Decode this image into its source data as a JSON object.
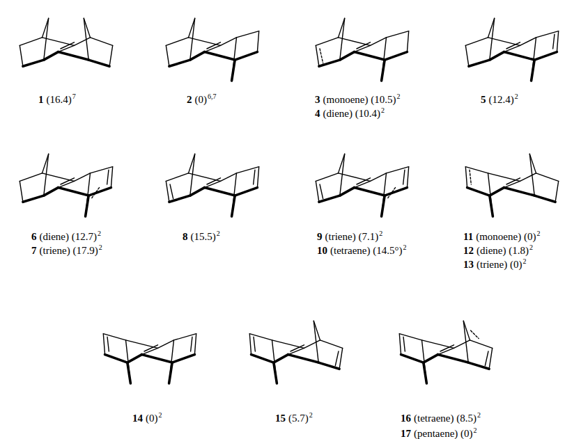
{
  "diagram": {
    "labels": [
      "1",
      "(16.4)",
      "7",
      "2",
      "(0)",
      "6,7",
      "3",
      "(monoene) (10.5)",
      "2",
      "4",
      "(diene) (10.4)",
      "2",
      "5",
      "(12.4)",
      "2",
      "6",
      "(diene) (12.7)",
      "2",
      "7",
      "(triene) (17.9)",
      "2",
      "8",
      "(15.5)",
      "2",
      "9",
      "(triene) (7.1)",
      "2",
      "10",
      "(tetraene) (14.5°)",
      "2",
      "11",
      "(monoene) (0)",
      "2",
      "12",
      "(diene) (1.8)",
      "2",
      "13",
      "(triene) (0)",
      "2",
      "14",
      "(0)",
      "2",
      "15",
      "(5.7)",
      "2",
      "16",
      "(tetraene) (8.5)",
      "2",
      "17",
      "(pentaene) (0)",
      "2"
    ]
  }
}
